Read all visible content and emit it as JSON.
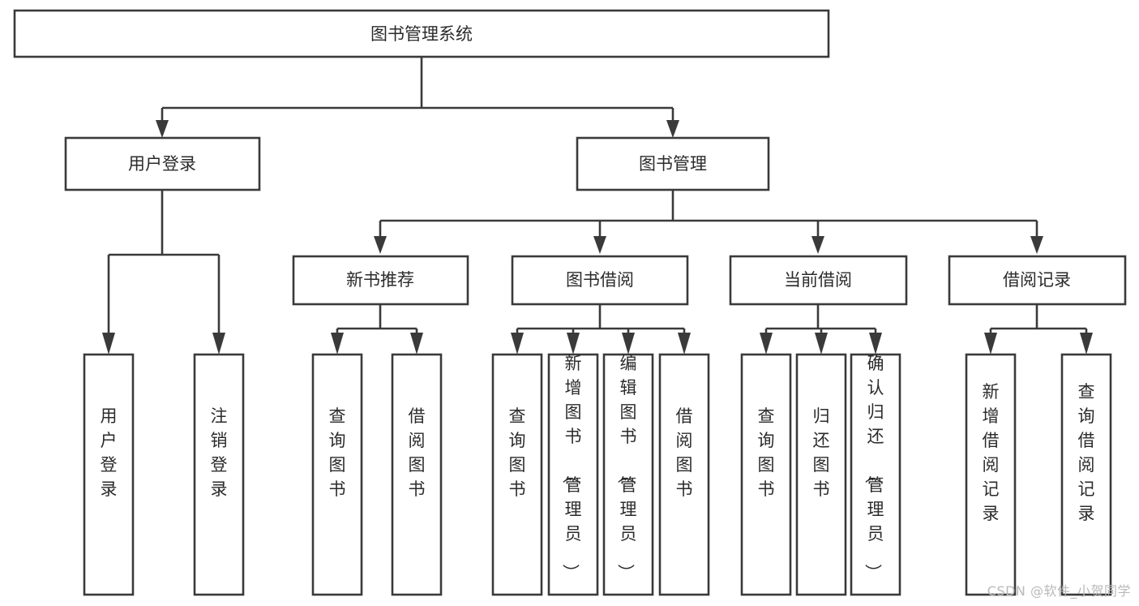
{
  "diagram": {
    "type": "tree-hierarchy",
    "title": "图书管理系统",
    "watermark": "CSDN @软件_小贺同学",
    "colors": {
      "stroke": "#3a3a3a",
      "box_fill": "#ffffff",
      "text": "#2b2b2b",
      "background": "#ffffff",
      "watermark": "#b9b9b9"
    },
    "root": {
      "label": "图书管理系统",
      "orientation": "horizontal"
    },
    "level2": [
      {
        "label": "用户登录",
        "orientation": "horizontal"
      },
      {
        "label": "图书管理",
        "orientation": "horizontal"
      }
    ],
    "level3": [
      {
        "label": "新书推荐",
        "orientation": "horizontal"
      },
      {
        "label": "图书借阅",
        "orientation": "horizontal"
      },
      {
        "label": "当前借阅",
        "orientation": "horizontal"
      },
      {
        "label": "借阅记录",
        "orientation": "horizontal"
      }
    ],
    "leaves": {
      "user_login": [
        {
          "label": "用户登录",
          "orientation": "vertical"
        },
        {
          "label": "注销登录",
          "orientation": "vertical"
        }
      ],
      "new_book_recommend": [
        {
          "label": "查询图书",
          "orientation": "vertical"
        },
        {
          "label": "借阅图书",
          "orientation": "vertical"
        }
      ],
      "book_borrow": [
        {
          "label": "查询图书",
          "orientation": "vertical"
        },
        {
          "label": "新增图书（管理员）",
          "orientation": "vertical"
        },
        {
          "label": "编辑图书（管理员）",
          "orientation": "vertical"
        },
        {
          "label": "借阅图书",
          "orientation": "vertical"
        }
      ],
      "current_borrow": [
        {
          "label": "查询图书",
          "orientation": "vertical"
        },
        {
          "label": "归还图书",
          "orientation": "vertical"
        },
        {
          "label": "确认归还（管理员）",
          "orientation": "vertical"
        }
      ],
      "borrow_record": [
        {
          "label": "新增借阅记录",
          "orientation": "vertical"
        },
        {
          "label": "查询借阅记录",
          "orientation": "vertical"
        }
      ]
    }
  }
}
